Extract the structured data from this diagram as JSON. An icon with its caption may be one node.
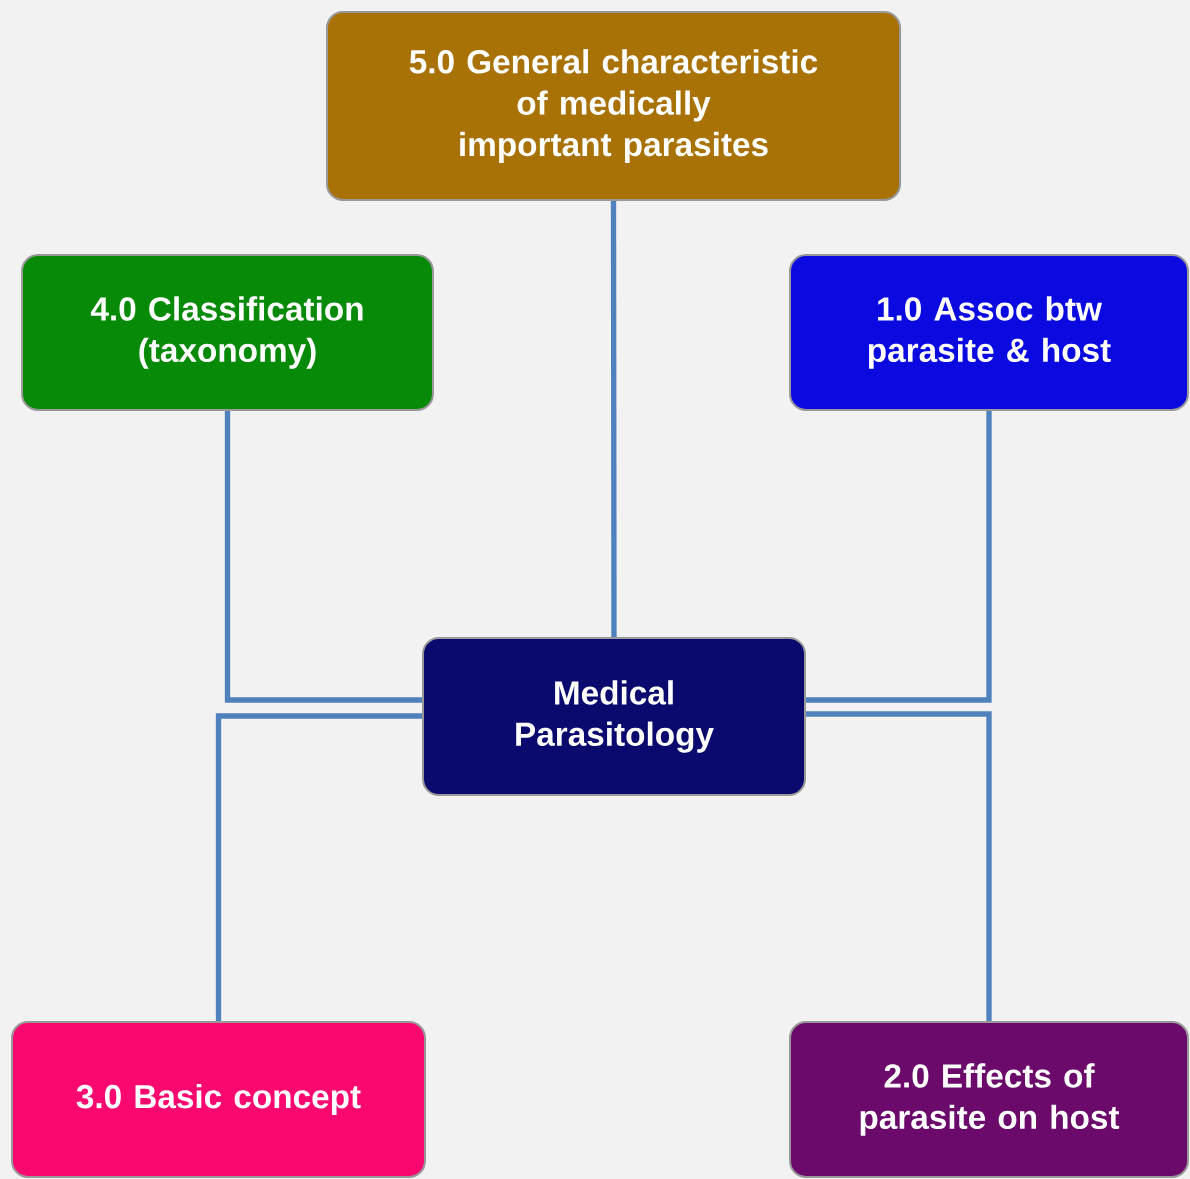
{
  "diagram": {
    "nodes": [
      {
        "text": [
          "5.0 General characteristic of medically important parasites"
        ]
      },
      {
        "text": [
          "4.0 Classification (taxonomy)"
        ]
      },
      {
        "text": [
          "1.0 Assoc btw parasite & host"
        ]
      },
      {
        "text": [
          "Medical Parasitology"
        ]
      },
      {
        "text": [
          "3.0 Basic concept"
        ]
      },
      {
        "text": [
          "2.0 Effects of parasite on host"
        ]
      }
    ],
    "edges": [
      {
        "from": 3,
        "to": 0,
        "arrow": "none"
      },
      {
        "from": 3,
        "to": 1,
        "arrow": "none"
      },
      {
        "from": 3,
        "to": 2,
        "arrow": "none"
      },
      {
        "from": 3,
        "to": 4,
        "arrow": "none"
      },
      {
        "from": 3,
        "to": 5,
        "arrow": "none"
      }
    ]
  }
}
